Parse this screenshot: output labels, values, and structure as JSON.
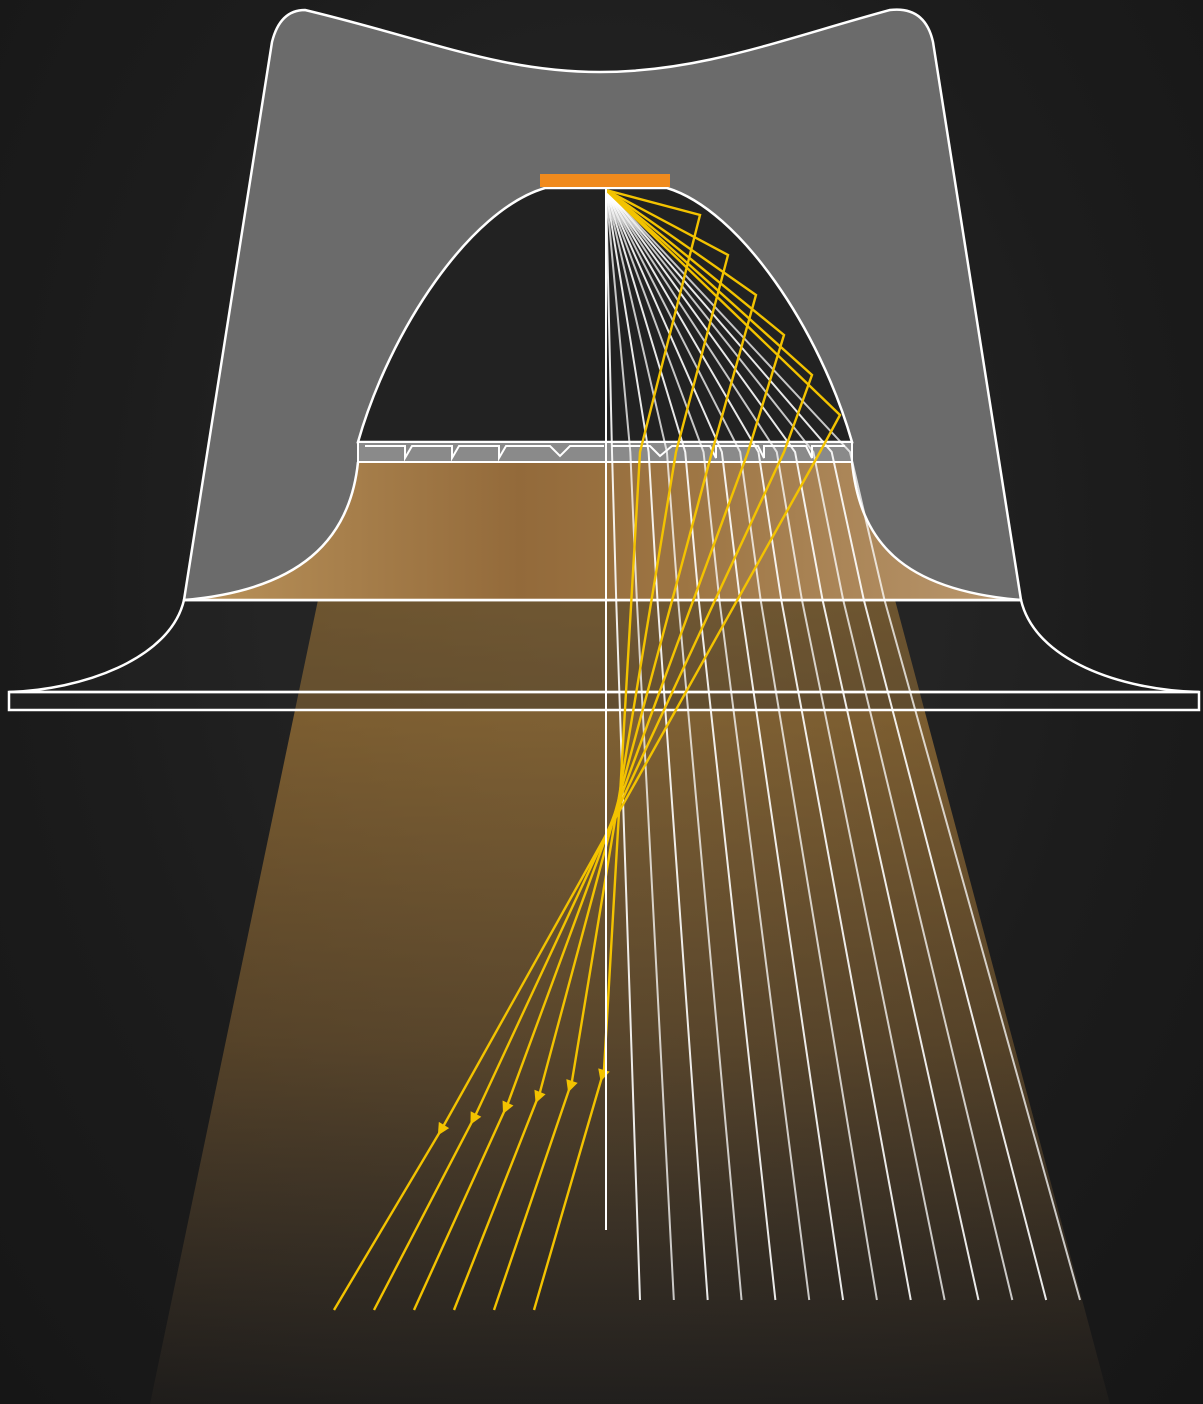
{
  "diagram": {
    "kind": "optics-cross-section",
    "labels": [],
    "colors": {
      "background": "#1c1c1c",
      "housing": "#6b6b6b",
      "cavity": "#222222",
      "light_source": "#f08a1c",
      "direct_rays": "#ffffff",
      "reflected_rays": "#f3c300",
      "beam_glow": "#d9962c"
    },
    "parts": [
      "lamp-housing",
      "parabolic-reflector-cavity",
      "light-source",
      "fresnel-lens",
      "base-flange",
      "base-plate"
    ],
    "rays": {
      "direct_count": 14,
      "reflected_count": 6
    }
  }
}
